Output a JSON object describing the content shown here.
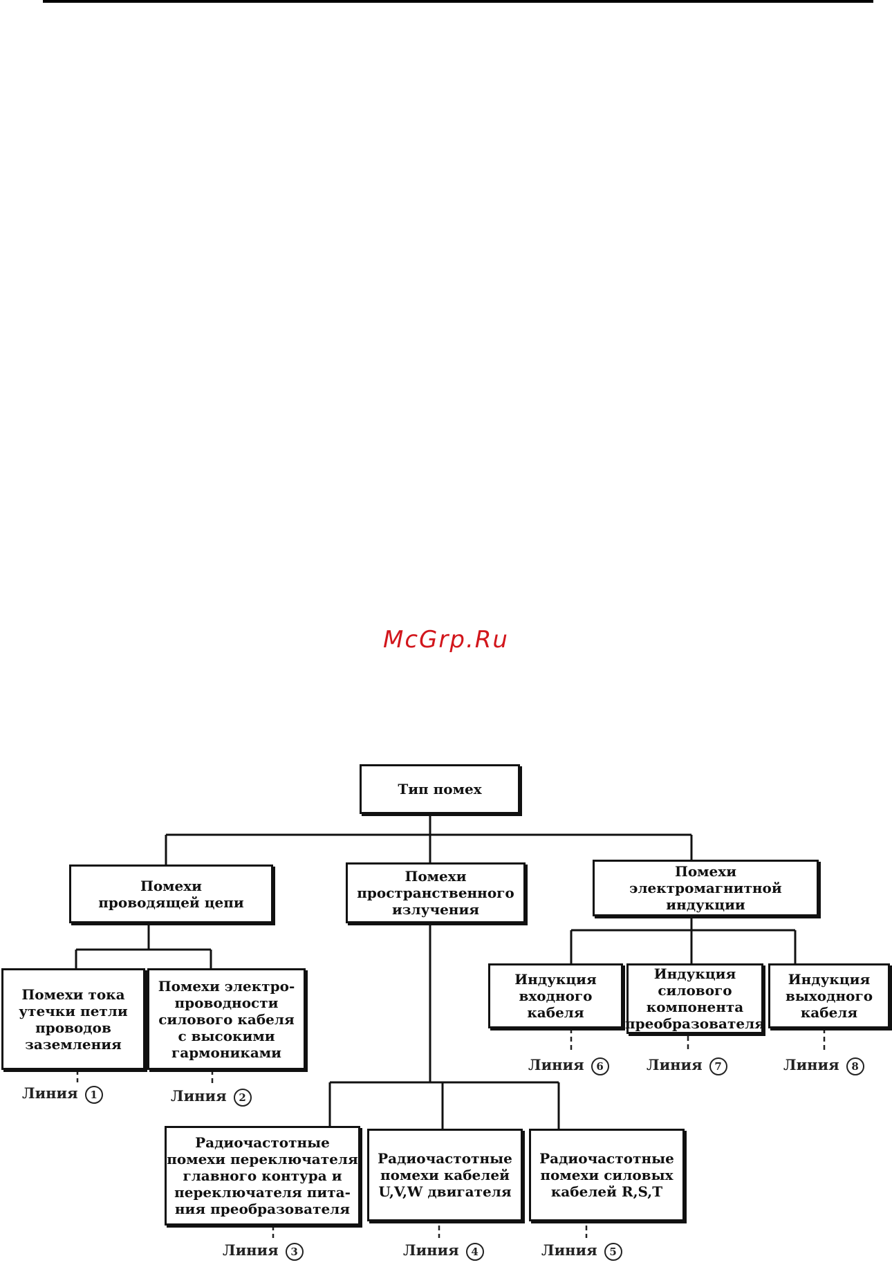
{
  "watermark": "McGrp.Ru",
  "diagram": {
    "root": "Тип помех",
    "groups": [
      "Помехи\nпроводящей цепи",
      "Помехи\nпространственного\nизлучения",
      "Помехи\nэлектромагнитной\nиндукции"
    ],
    "leaves": [
      "Помехи тока\nутечки петли\nпроводов\nзаземления",
      "Помехи электро-\nпроводности\nсилового кабеля\nс высокими\nгармониками",
      "Индукция\nвходного\nкабеля",
      "Индукция\nсилового\nкомпонента\nпреобразователя",
      "Индукция\nвыходного\nкабеля",
      "Радиочастотные\nпомехи переключателя\nглавного контура и\nпереключателя пита-\nния преобразователя",
      "Радиочастотные\nпомехи кабелей\nU,V,W двигателя",
      "Радиочастотные\nпомехи силовых\nкабелей R,S,T"
    ],
    "line_word": "Линия",
    "line_numbers": [
      "1",
      "2",
      "3",
      "4",
      "5",
      "6",
      "7",
      "8"
    ]
  }
}
